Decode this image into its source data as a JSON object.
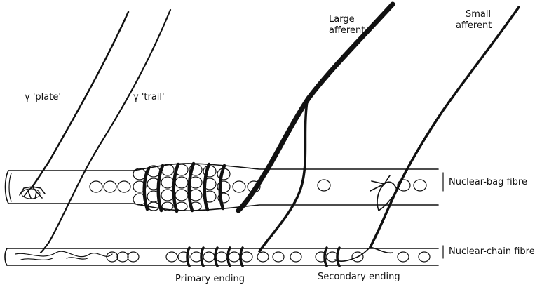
{
  "diagram": {
    "labels": {
      "gamma_plate": "γ 'plate'",
      "gamma_trail": "γ 'trail'",
      "large_afferent_line1": "Large",
      "large_afferent_line2": "afferent",
      "small_afferent_line1": "Small",
      "small_afferent_line2": "afferent",
      "nuclear_bag_fibre": "Nuclear-bag fibre",
      "nuclear_chain_fibre": "Nuclear-chain fibre",
      "primary_ending": "Primary ending",
      "secondary_ending": "Secondary ending"
    },
    "colors": {
      "ink": "#111111",
      "background": "#ffffff"
    }
  }
}
